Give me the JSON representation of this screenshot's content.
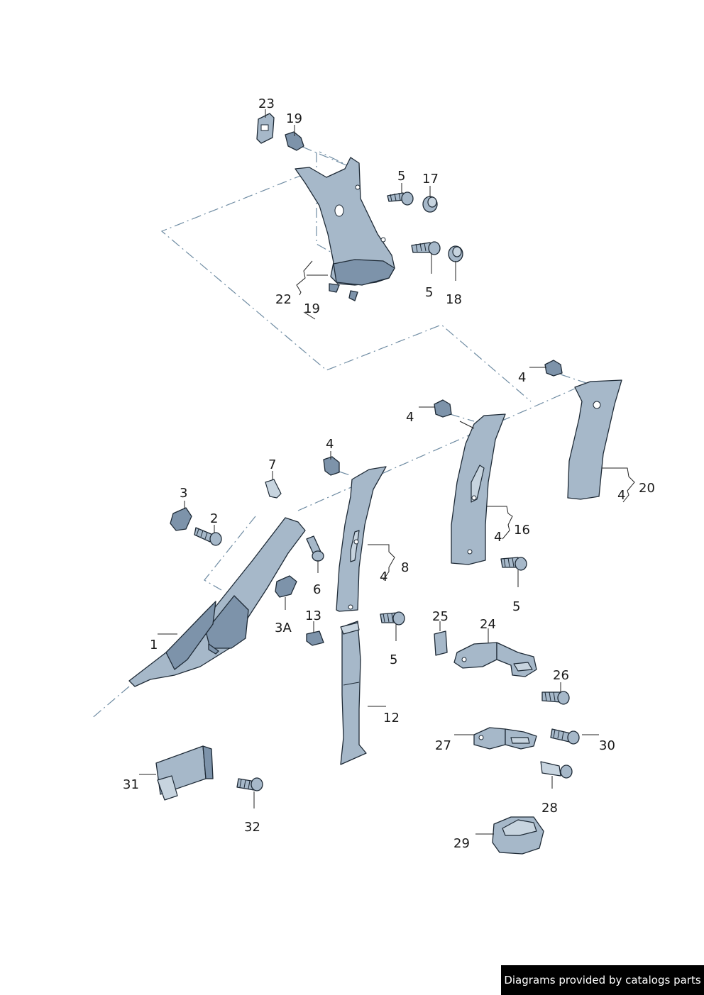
{
  "labels": {
    "l23": "23",
    "l19a": "19",
    "l5a": "5",
    "l17": "17",
    "l22": "22",
    "l19b": "19",
    "l5b": "5",
    "l18": "18",
    "l4a": "4",
    "l4b": "4",
    "l4c": "4",
    "l20": "20",
    "l4d": "4",
    "l16": "16",
    "l4e": "4",
    "l5c": "5",
    "l8": "8",
    "l4f": "4",
    "l7": "7",
    "l3": "3",
    "l2": "2",
    "l6": "6",
    "l3A": "3A",
    "l1": "1",
    "l13": "13",
    "l5d": "5",
    "l12": "12",
    "l25": "25",
    "l24": "24",
    "l26": "26",
    "l27": "27",
    "l30": "30",
    "l28": "28",
    "l31": "31",
    "l32": "32",
    "l29": "29"
  },
  "footer": {
    "text": "Diagrams provided by catalogs parts"
  }
}
